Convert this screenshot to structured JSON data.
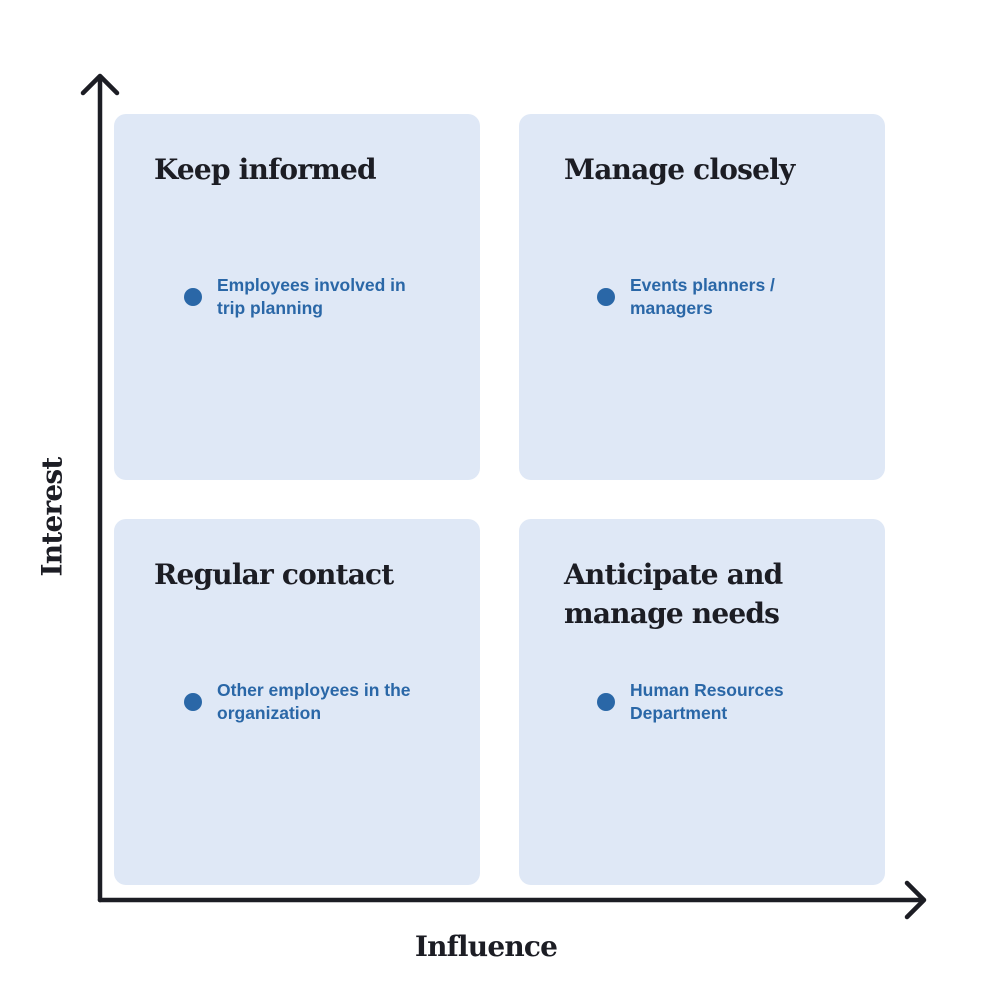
{
  "colors": {
    "quadrant_fill": "#dfe8f6",
    "bullet": "#2a67a7",
    "item_text": "#2a67a7",
    "title_text": "#1c1d24",
    "axis": "#1c1d24"
  },
  "axes": {
    "x_label": "Influence",
    "y_label": "Interest"
  },
  "quadrants": {
    "top_left": {
      "title": "Keep informed",
      "item": "Employees involved in trip planning"
    },
    "top_right": {
      "title": "Manage closely",
      "item": "Events planners / managers"
    },
    "bottom_left": {
      "title": "Regular contact",
      "item": "Other employees in the organization"
    },
    "bottom_right": {
      "title": "Anticipate and manage needs",
      "item": "Human Resources Department"
    }
  }
}
